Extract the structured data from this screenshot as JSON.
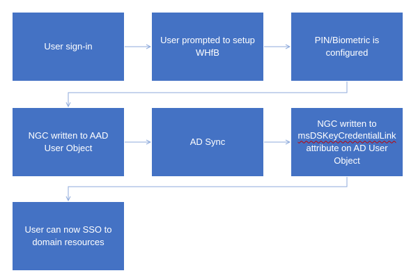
{
  "steps": [
    {
      "id": "b1",
      "lines": [
        "User sign-in"
      ]
    },
    {
      "id": "b2",
      "lines": [
        "User prompted to setup",
        "WHfB"
      ]
    },
    {
      "id": "b3",
      "lines": [
        "PIN/Biometric is",
        "configured"
      ]
    },
    {
      "id": "b4",
      "lines": [
        "NGC written to AAD",
        "User Object"
      ]
    },
    {
      "id": "b5",
      "lines": [
        "AD Sync"
      ]
    },
    {
      "id": "b6",
      "lines": [
        "NGC written to",
        "msDSKeyCredentialLink",
        "attribute on AD User",
        "Object"
      ]
    },
    {
      "id": "b7",
      "lines": [
        "User can now SSO to",
        "domain resources"
      ]
    }
  ],
  "colors": {
    "box_fill": "#4472c4",
    "box_text": "#ffffff",
    "connector": "#8eaadb"
  }
}
